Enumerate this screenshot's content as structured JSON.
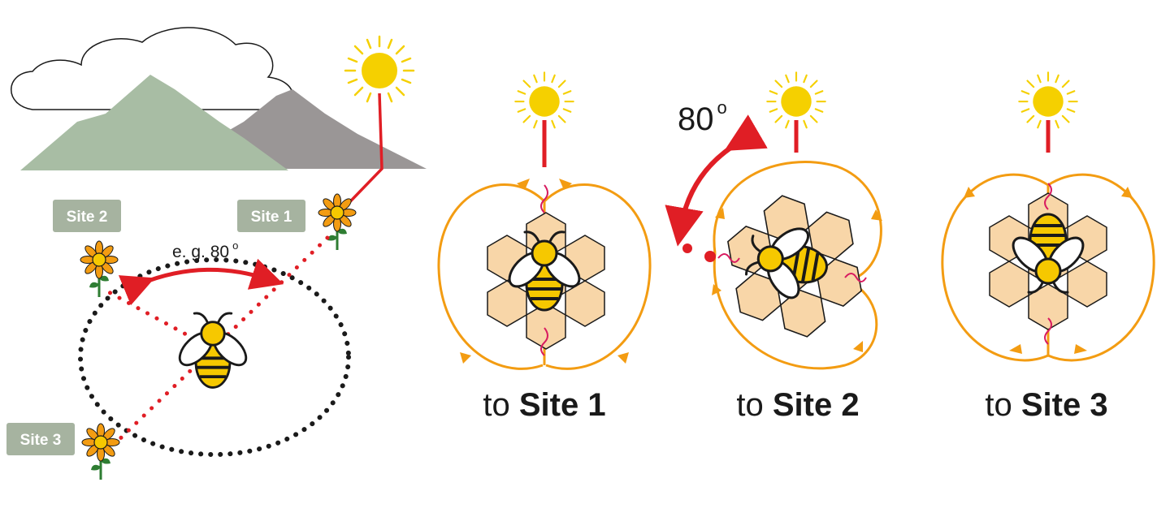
{
  "landscape": {
    "site_labels": [
      "Site 1",
      "Site 2",
      "Site 3"
    ],
    "angle_example": "e. g. 80",
    "angle_example_degree": "o"
  },
  "dance": {
    "angle": "80",
    "angle_degree": "o",
    "panels": [
      {
        "prefix": "to",
        "site": "Site 1"
      },
      {
        "prefix": "to",
        "site": "Site 2"
      },
      {
        "prefix": "to",
        "site": "Site 3"
      }
    ]
  },
  "colors": {
    "sky_cloud_stroke": "#1a1a1a",
    "mountain_green": "#a8bda4",
    "mountain_grey": "#9a9696",
    "sun": "#f5d000",
    "sun_rays": "#f5d000",
    "red": "#e01e25",
    "label_bg": "#a6b3a0",
    "orange_path": "#f39c12",
    "comb_fill": "#f8d6a8",
    "bee_yellow": "#f6c800",
    "flower_petal": "#f39c12"
  }
}
